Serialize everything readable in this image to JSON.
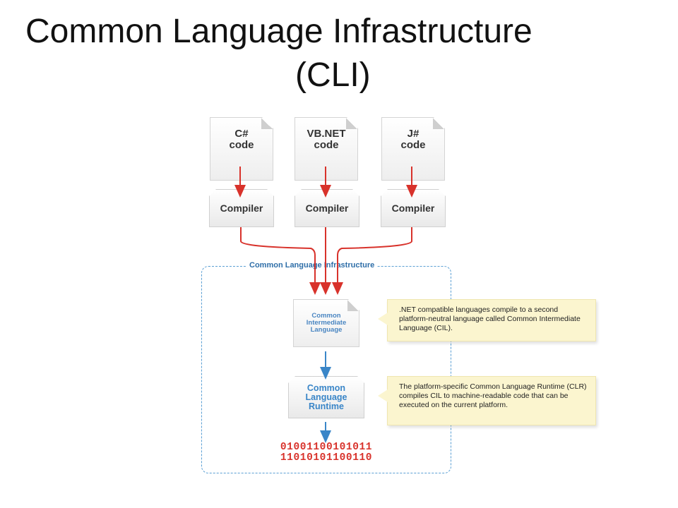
{
  "slide": {
    "title_line1": "Common Language Infrastructure",
    "title_line2": "(CLI)"
  },
  "diagram": {
    "sources": [
      {
        "line1": "C#",
        "line2": "code"
      },
      {
        "line1": "VB.NET",
        "line2": "code"
      },
      {
        "line1": "J#",
        "line2": "code"
      }
    ],
    "compiler_label": "Compiler",
    "cli_container_label": "Common Language Infrastructure",
    "cil": {
      "line1": "Common",
      "line2": "Intermediate",
      "line3": "Language"
    },
    "clr": {
      "line1": "Common",
      "line2": "Language",
      "line3": "Runtime"
    },
    "binary": {
      "line1": "01001100101011",
      "line2": "11010101100110"
    },
    "notes": {
      "cil_note": ".NET compatible languages compile to a second platform-neutral language called Common Intermediate Language (CIL).",
      "clr_note": "The platform-specific Common Language Runtime (CLR) compiles CIL to machine-readable code that can be executed on the current platform."
    },
    "colors": {
      "red_arrow": "#d8322b",
      "blue_arrow": "#3a86c8",
      "dashed_border": "#5a9fd4",
      "note_bg": "#fbf5cf"
    }
  }
}
